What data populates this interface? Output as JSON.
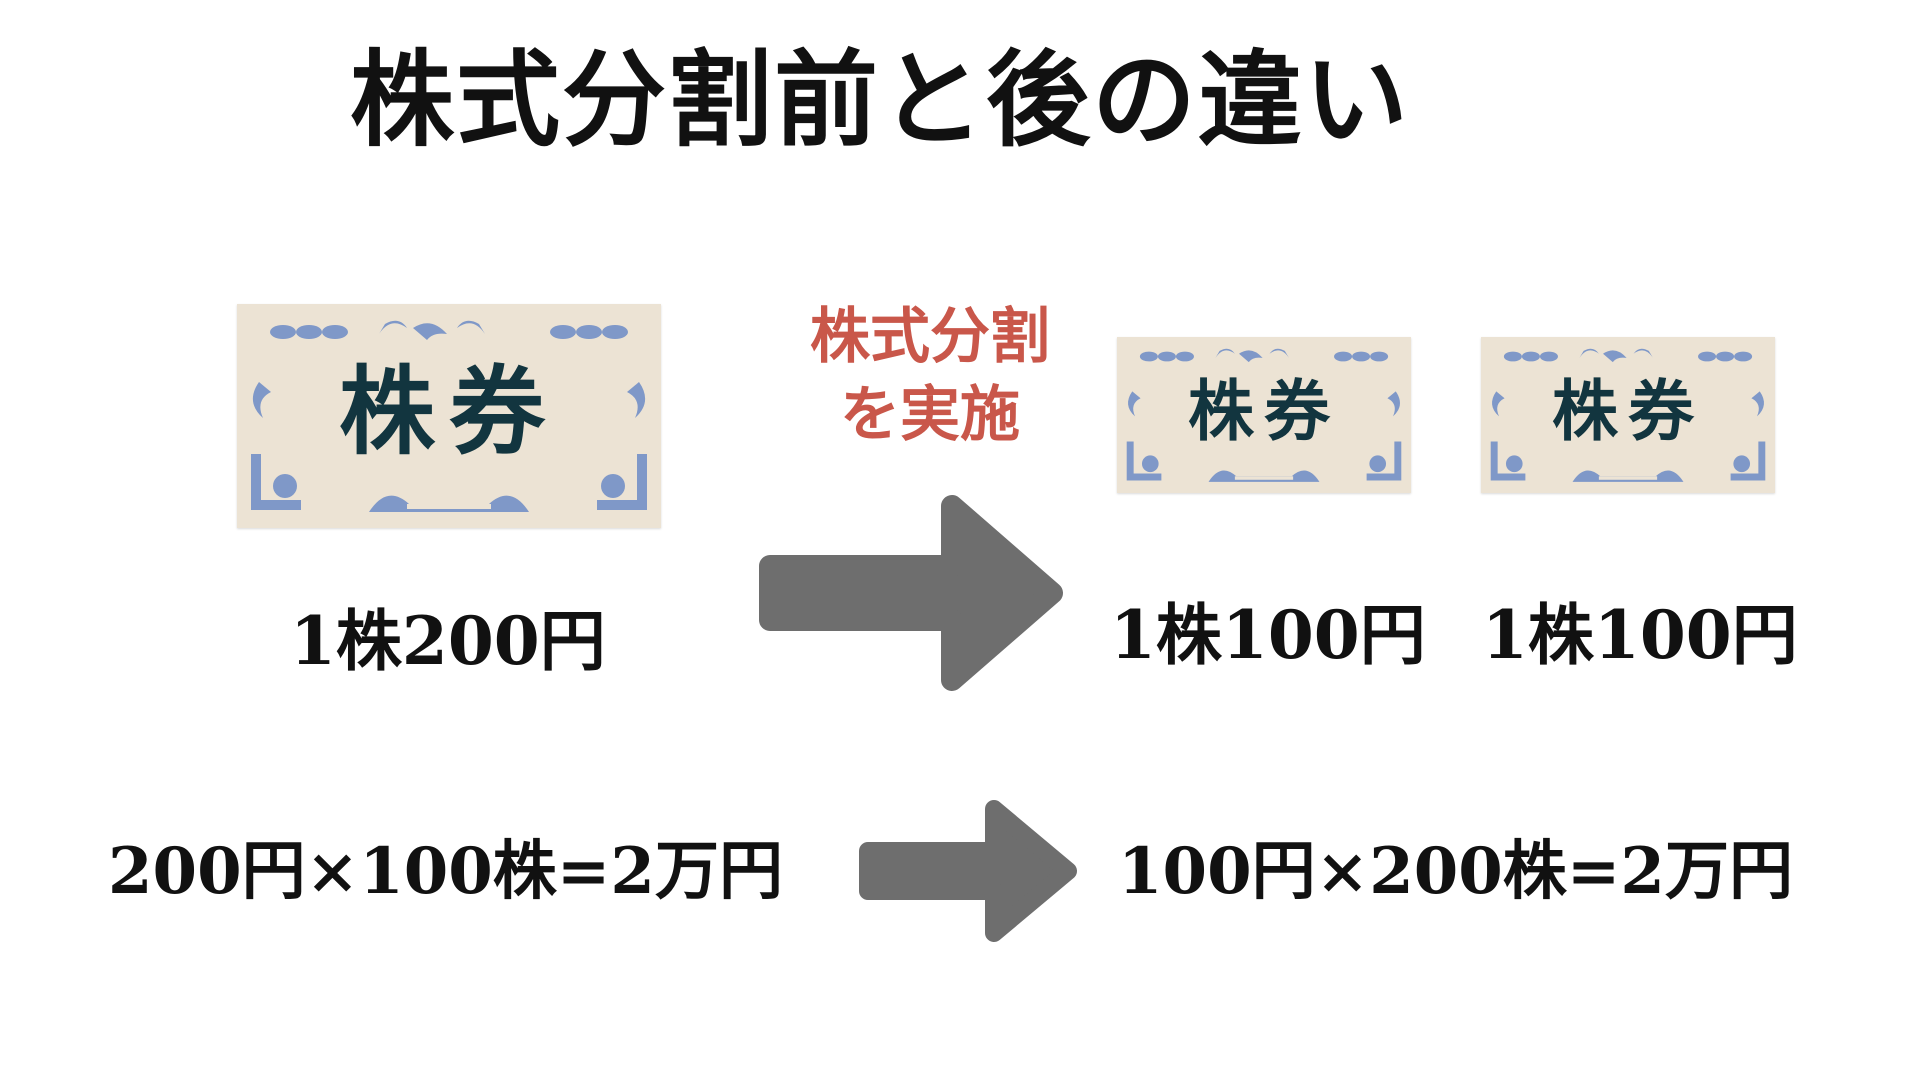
{
  "title": "株式分割前と後の違い",
  "ticket": {
    "label": "株券"
  },
  "before": {
    "price": "1株200円"
  },
  "action": {
    "line1": "株式分割",
    "line2": "を実施"
  },
  "after": {
    "price1": "1株100円",
    "price2": "1株100円"
  },
  "formula": {
    "before": "200円×100株=2万円",
    "after": "100円×200株=2万円"
  },
  "colors": {
    "ticket_bg": "#ece3d4",
    "ticket_ornament": "#7f98c8",
    "ticket_text": "#12353f",
    "action_text": "#c9574a",
    "arrow": "#6e6e6e"
  },
  "icons": [
    "stock-certificate-icon",
    "right-arrow-icon"
  ]
}
